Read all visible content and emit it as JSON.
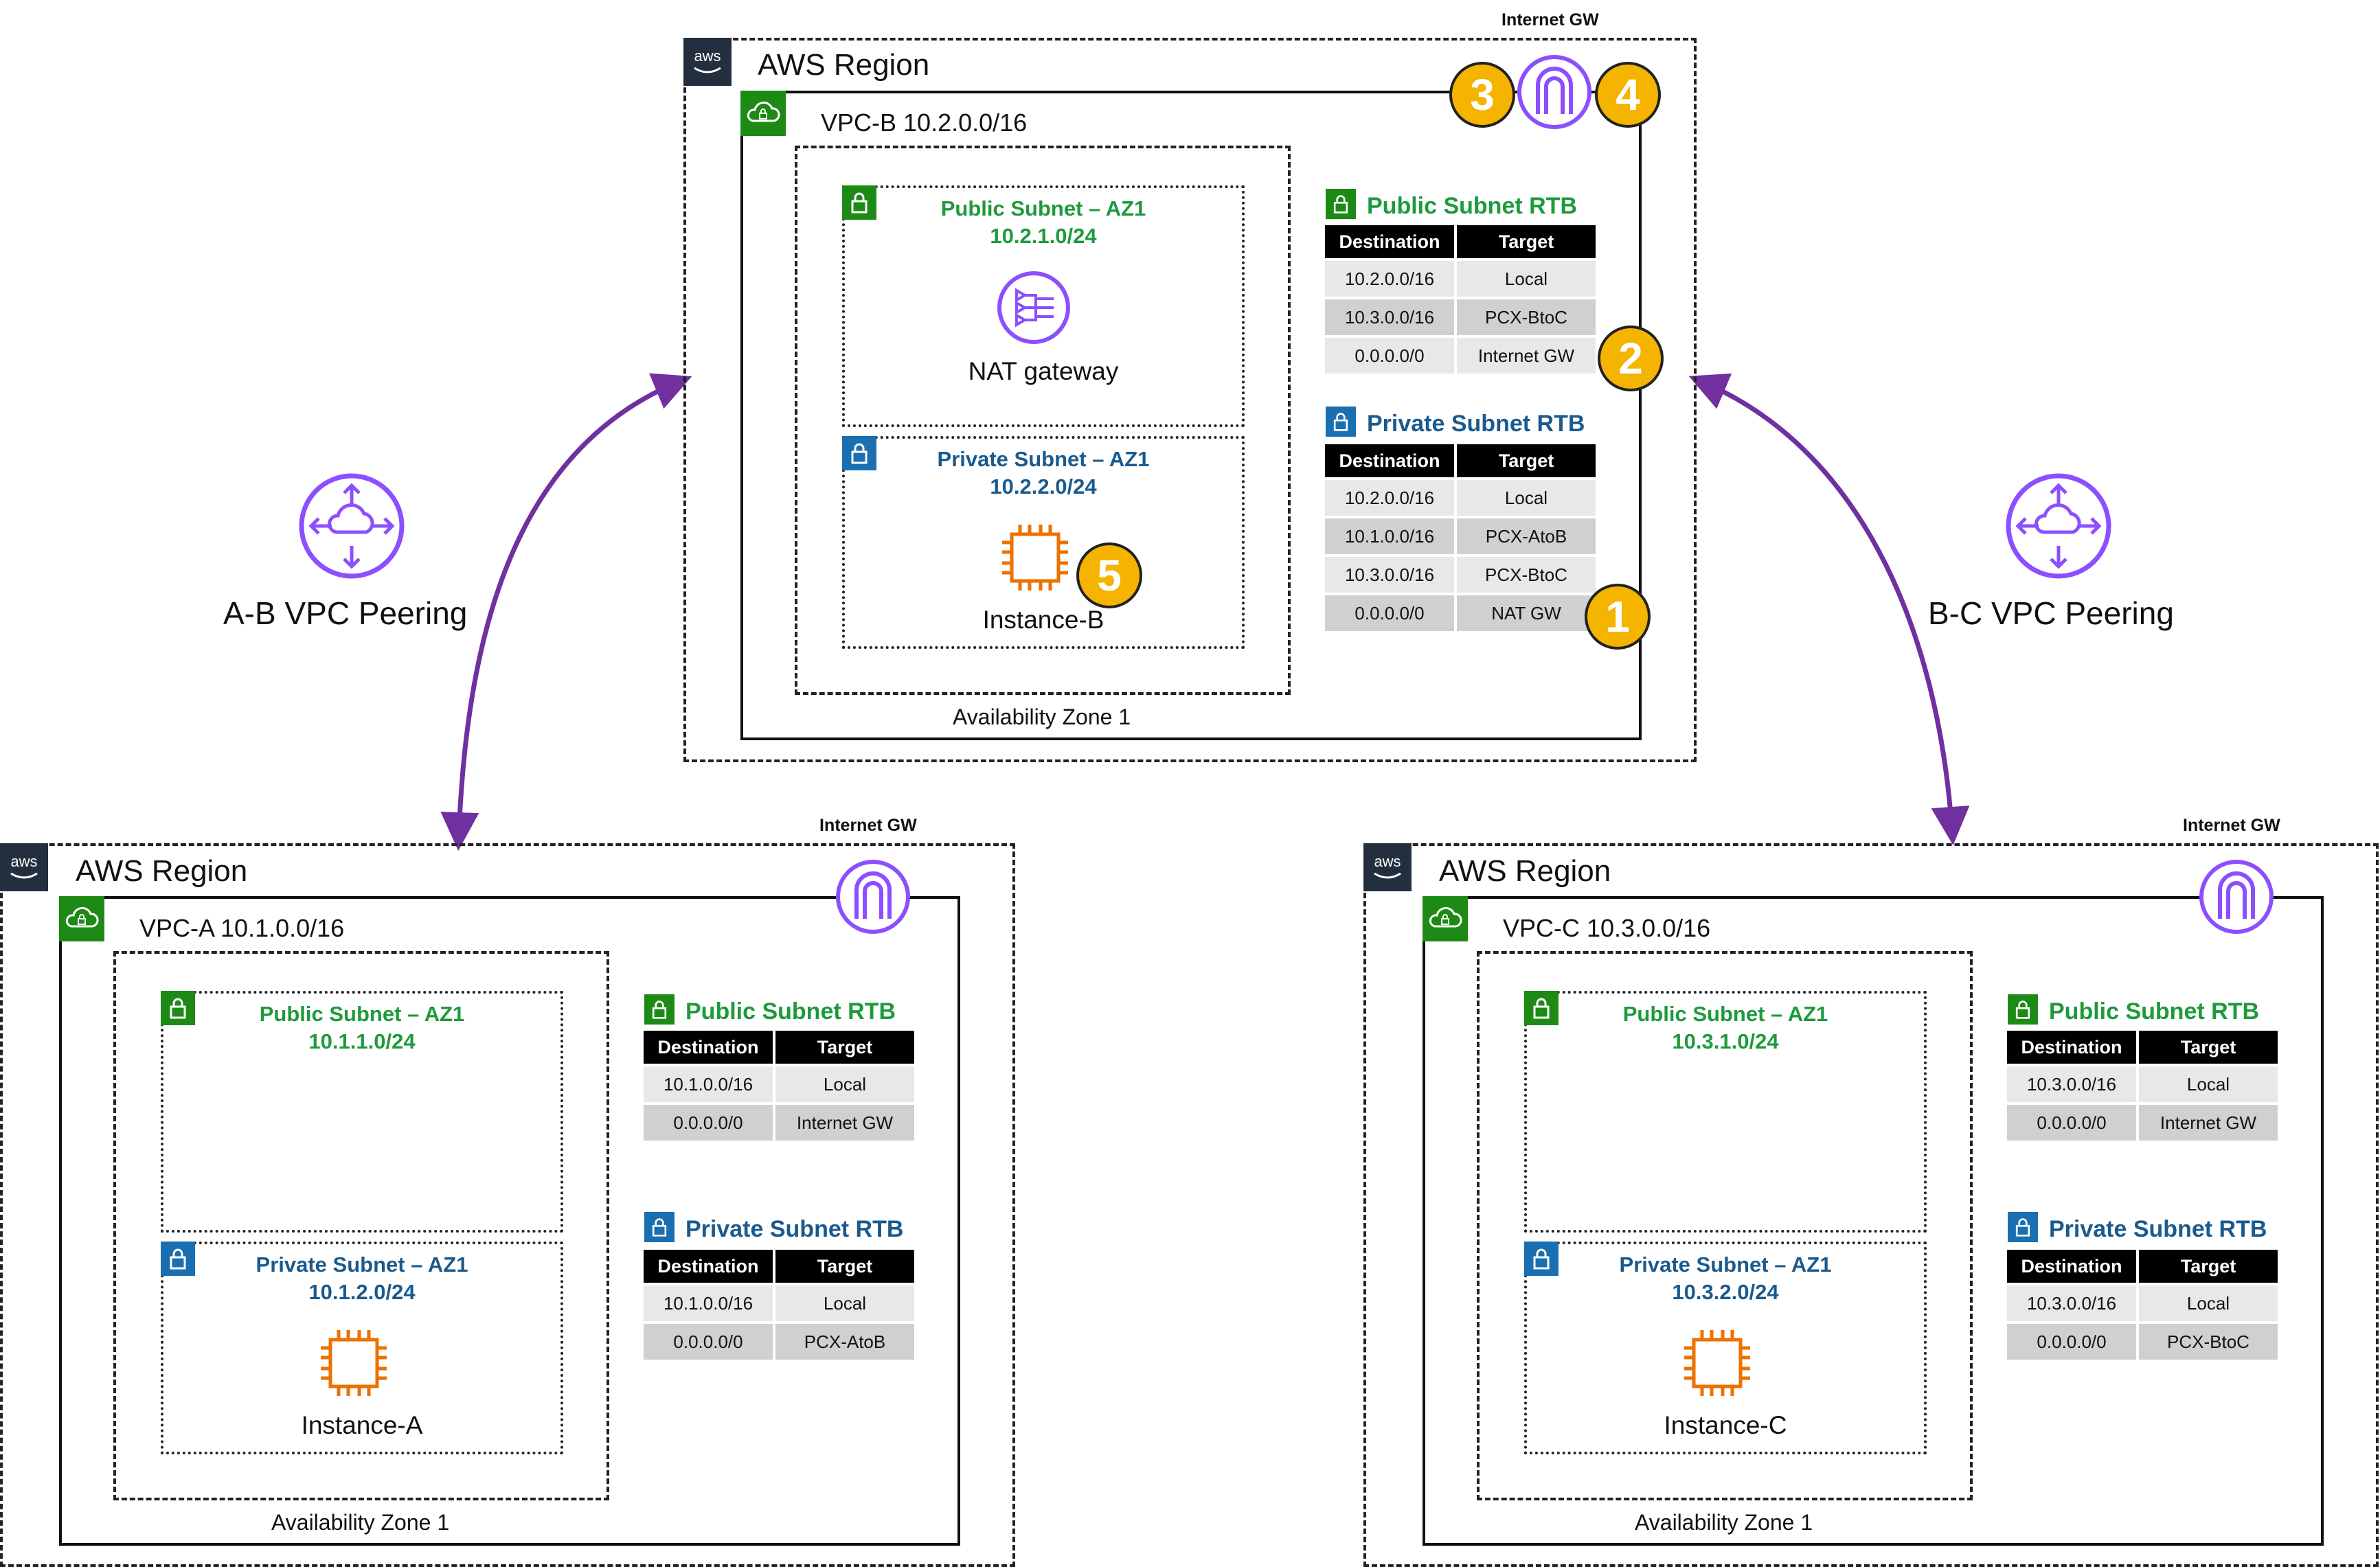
{
  "peerings": [
    {
      "label": "A-B VPC Peering"
    },
    {
      "label": "B-C VPC Peering"
    }
  ],
  "vpc_b": {
    "region": "AWS Region",
    "igw": "Internet GW",
    "vpc": "VPC-B  10.2.0.0/16",
    "az": "Availability Zone 1",
    "public_subnet": {
      "name": "Public Subnet – AZ1",
      "cidr": "10.2.1.0/24"
    },
    "private_subnet": {
      "name": "Private Subnet – AZ1",
      "cidr": "10.2.2.0/24"
    },
    "nat_label": "NAT gateway",
    "instance_label": "Instance-B",
    "public_rtb": {
      "title": "Public Subnet RTB",
      "headers": [
        "Destination",
        "Target"
      ],
      "rows": [
        [
          "10.2.0.0/16",
          "Local"
        ],
        [
          "10.3.0.0/16",
          "PCX-BtoC"
        ],
        [
          "0.0.0.0/0",
          "Internet GW"
        ]
      ]
    },
    "private_rtb": {
      "title": "Private Subnet RTB",
      "headers": [
        "Destination",
        "Target"
      ],
      "rows": [
        [
          "10.2.0.0/16",
          "Local"
        ],
        [
          "10.1.0.0/16",
          "PCX-AtoB"
        ],
        [
          "10.3.0.0/16",
          "PCX-BtoC"
        ],
        [
          "0.0.0.0/0",
          "NAT GW"
        ]
      ]
    },
    "badges": [
      "1",
      "2",
      "3",
      "4",
      "5"
    ]
  },
  "vpc_a": {
    "region": "AWS Region",
    "igw": "Internet GW",
    "vpc": "VPC-A  10.1.0.0/16",
    "az": "Availability Zone 1",
    "public_subnet": {
      "name": "Public Subnet – AZ1",
      "cidr": "10.1.1.0/24"
    },
    "private_subnet": {
      "name": "Private Subnet – AZ1",
      "cidr": "10.1.2.0/24"
    },
    "instance_label": "Instance-A",
    "public_rtb": {
      "title": "Public Subnet RTB",
      "headers": [
        "Destination",
        "Target"
      ],
      "rows": [
        [
          "10.1.0.0/16",
          "Local"
        ],
        [
          "0.0.0.0/0",
          "Internet GW"
        ]
      ]
    },
    "private_rtb": {
      "title": "Private Subnet RTB",
      "headers": [
        "Destination",
        "Target"
      ],
      "rows": [
        [
          "10.1.0.0/16",
          "Local"
        ],
        [
          "0.0.0.0/0",
          "PCX-AtoB"
        ]
      ]
    }
  },
  "vpc_c": {
    "region": "AWS Region",
    "igw": "Internet GW",
    "vpc": "VPC-C  10.3.0.0/16",
    "az": "Availability Zone 1",
    "public_subnet": {
      "name": "Public Subnet – AZ1",
      "cidr": "10.3.1.0/24"
    },
    "private_subnet": {
      "name": "Private Subnet – AZ1",
      "cidr": "10.3.2.0/24"
    },
    "instance_label": "Instance-C",
    "public_rtb": {
      "title": "Public Subnet RTB",
      "headers": [
        "Destination",
        "Target"
      ],
      "rows": [
        [
          "10.3.0.0/16",
          "Local"
        ],
        [
          "0.0.0.0/0",
          "Internet GW"
        ]
      ]
    },
    "private_rtb": {
      "title": "Private Subnet RTB",
      "headers": [
        "Destination",
        "Target"
      ],
      "rows": [
        [
          "10.3.0.0/16",
          "Local"
        ],
        [
          "0.0.0.0/0",
          "PCX-BtoC"
        ]
      ]
    }
  },
  "colors": {
    "public": "#1e9a3c",
    "private": "#1a5a8e",
    "peering": "#7030a0",
    "igw": "#8c4fff",
    "ec2": "#ed7100",
    "badge": "#f5b400"
  }
}
